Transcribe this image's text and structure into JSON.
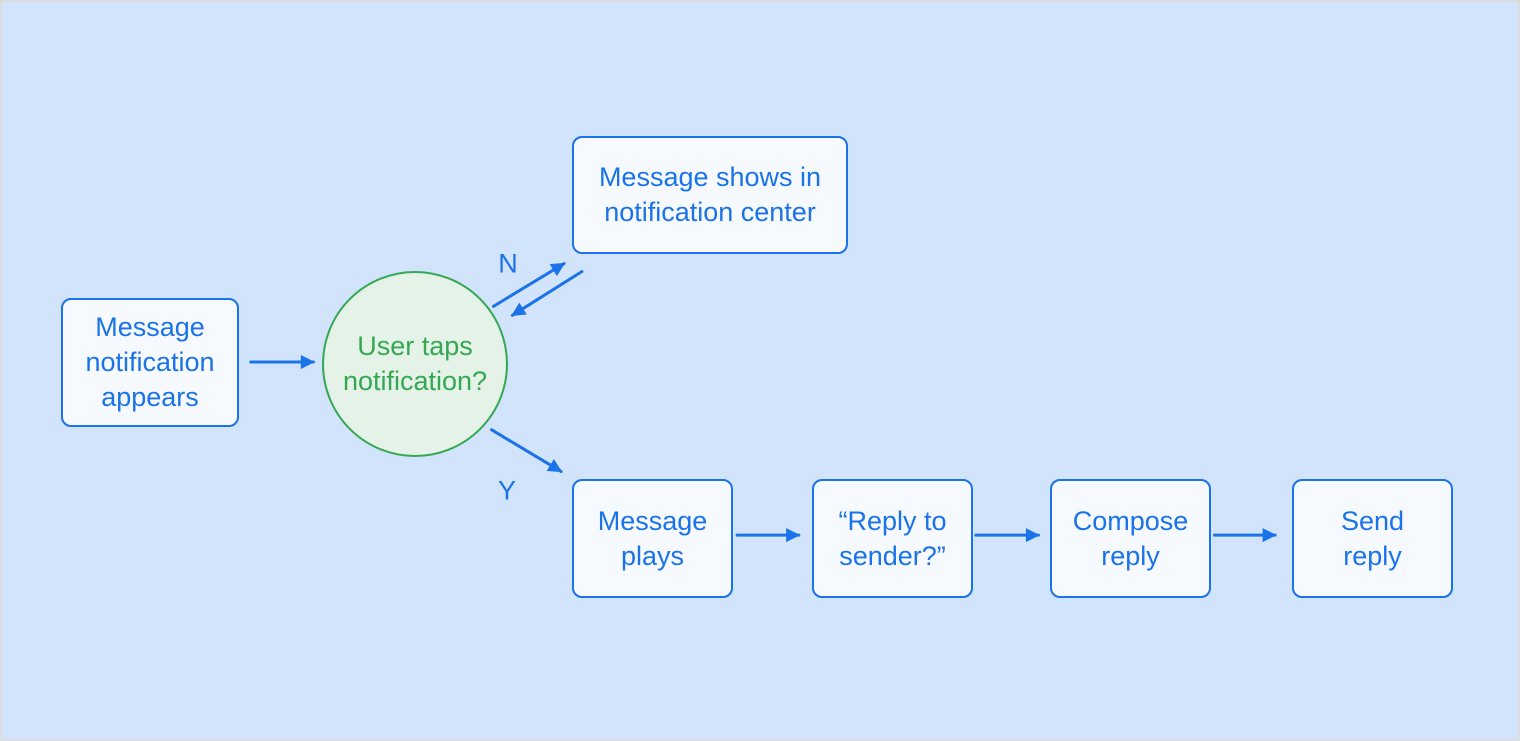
{
  "palette": {
    "background": "#d2e3fc",
    "border_frame": "#dadce0",
    "blue": "#1a73e8",
    "green": "#34a853",
    "node_fill": "#f6f9fe",
    "decision_fill": "#e4f2e7"
  },
  "nodes": {
    "start": {
      "lines": [
        "Message",
        "notification",
        "appears"
      ]
    },
    "decision": {
      "lines": [
        "User taps",
        "notification?"
      ]
    },
    "no_branch": {
      "lines": [
        "Message shows in",
        "notification center"
      ]
    },
    "message_plays": {
      "lines": [
        "Message",
        "plays"
      ]
    },
    "reply_prompt": {
      "lines": [
        "“Reply to",
        "sender?”"
      ]
    },
    "compose_reply": {
      "lines": [
        "Compose",
        "reply"
      ]
    },
    "send_reply": {
      "lines": [
        "Send",
        "reply"
      ]
    }
  },
  "edge_labels": {
    "no": "N",
    "yes": "Y"
  }
}
